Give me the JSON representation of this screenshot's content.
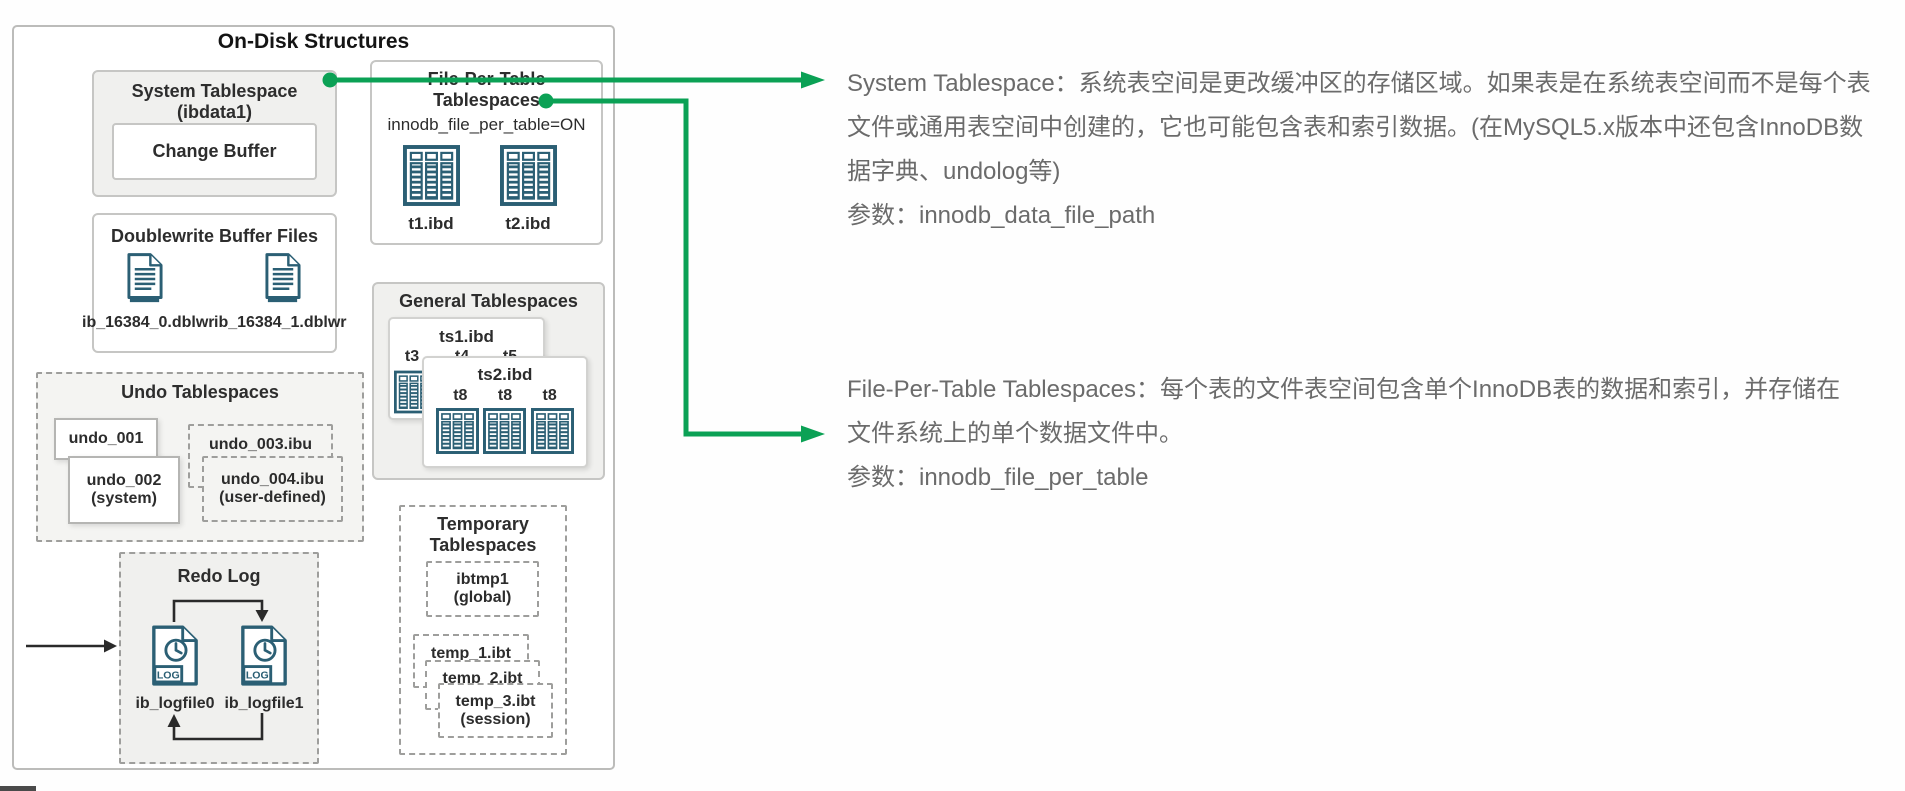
{
  "diagram": {
    "title": "On-Disk Structures",
    "system_tablespace": {
      "title_line1": "System Tablespace",
      "title_line2": "(ibdata1)",
      "change_buffer": "Change Buffer"
    },
    "doublewrite": {
      "title": "Doublewrite Buffer Files",
      "files": [
        "ib_16384_0.dblwr",
        "ib_16384_1.dblwr"
      ]
    },
    "undo": {
      "title": "Undo Tablespaces",
      "boxes": [
        {
          "label": "undo_001",
          "sub": ""
        },
        {
          "label": "undo_002",
          "sub": "(system)"
        },
        {
          "label": "undo_003.ibu",
          "sub": ""
        },
        {
          "label": "undo_004.ibu",
          "sub": "(user-defined)"
        }
      ]
    },
    "redo": {
      "title": "Redo Log",
      "files": [
        "ib_logfile0",
        "ib_logfile1"
      ]
    },
    "fpt": {
      "title_line1": "File-Per-Table",
      "title_line2": "Tablespaces",
      "param": "innodb_file_per_table=ON",
      "tables": [
        "t1.ibd",
        "t2.ibd"
      ]
    },
    "general": {
      "title": "General Tablespaces",
      "ts1": {
        "label": "ts1.ibd",
        "tables": [
          "t3",
          "t4",
          "t5"
        ]
      },
      "ts2": {
        "label": "ts2.ibd",
        "tables": [
          "t8",
          "t8",
          "t8"
        ]
      }
    },
    "temporary": {
      "title_line1": "Temporary",
      "title_line2": "Tablespaces",
      "global_box": {
        "label": "ibtmp1",
        "sub": "(global)"
      },
      "session_boxes": [
        {
          "label": "temp_1.ibt",
          "sub": ""
        },
        {
          "label": "temp_2.ibt",
          "sub": ""
        },
        {
          "label": "temp_3.ibt",
          "sub": "(session)"
        }
      ]
    }
  },
  "annotations": [
    {
      "target": "System Tablespace",
      "lines": [
        "System Tablespace：系统表空间是更改缓冲区的存储区域。如果表是在系统表空间而不是每个表",
        "文件或通用表空间中创建的，它也可能包含表和索引数据。(在MySQL5.x版本中还包含InnoDB数",
        "据字典、undolog等)",
        "参数：innodb_data_file_path"
      ]
    },
    {
      "target": "File-Per-Table Tablespaces",
      "lines": [
        "File-Per-Table Tablespaces：每个表的文件表空间包含单个InnoDB表的数据和索引，并存储在",
        "文件系统上的单个数据文件中。",
        "参数：innodb_file_per_table"
      ]
    }
  ],
  "colors": {
    "accent_green": "#0ba155",
    "icon_teal": "#2b5f74",
    "box_border": "#c6c6c4",
    "dashed_border": "#9e9e9c",
    "text_dark": "#2d2d2d",
    "text_gray": "#6b6b6b"
  },
  "icons": {
    "document": "document-icon",
    "table": "table-icon",
    "log_file": "log-file-icon"
  }
}
